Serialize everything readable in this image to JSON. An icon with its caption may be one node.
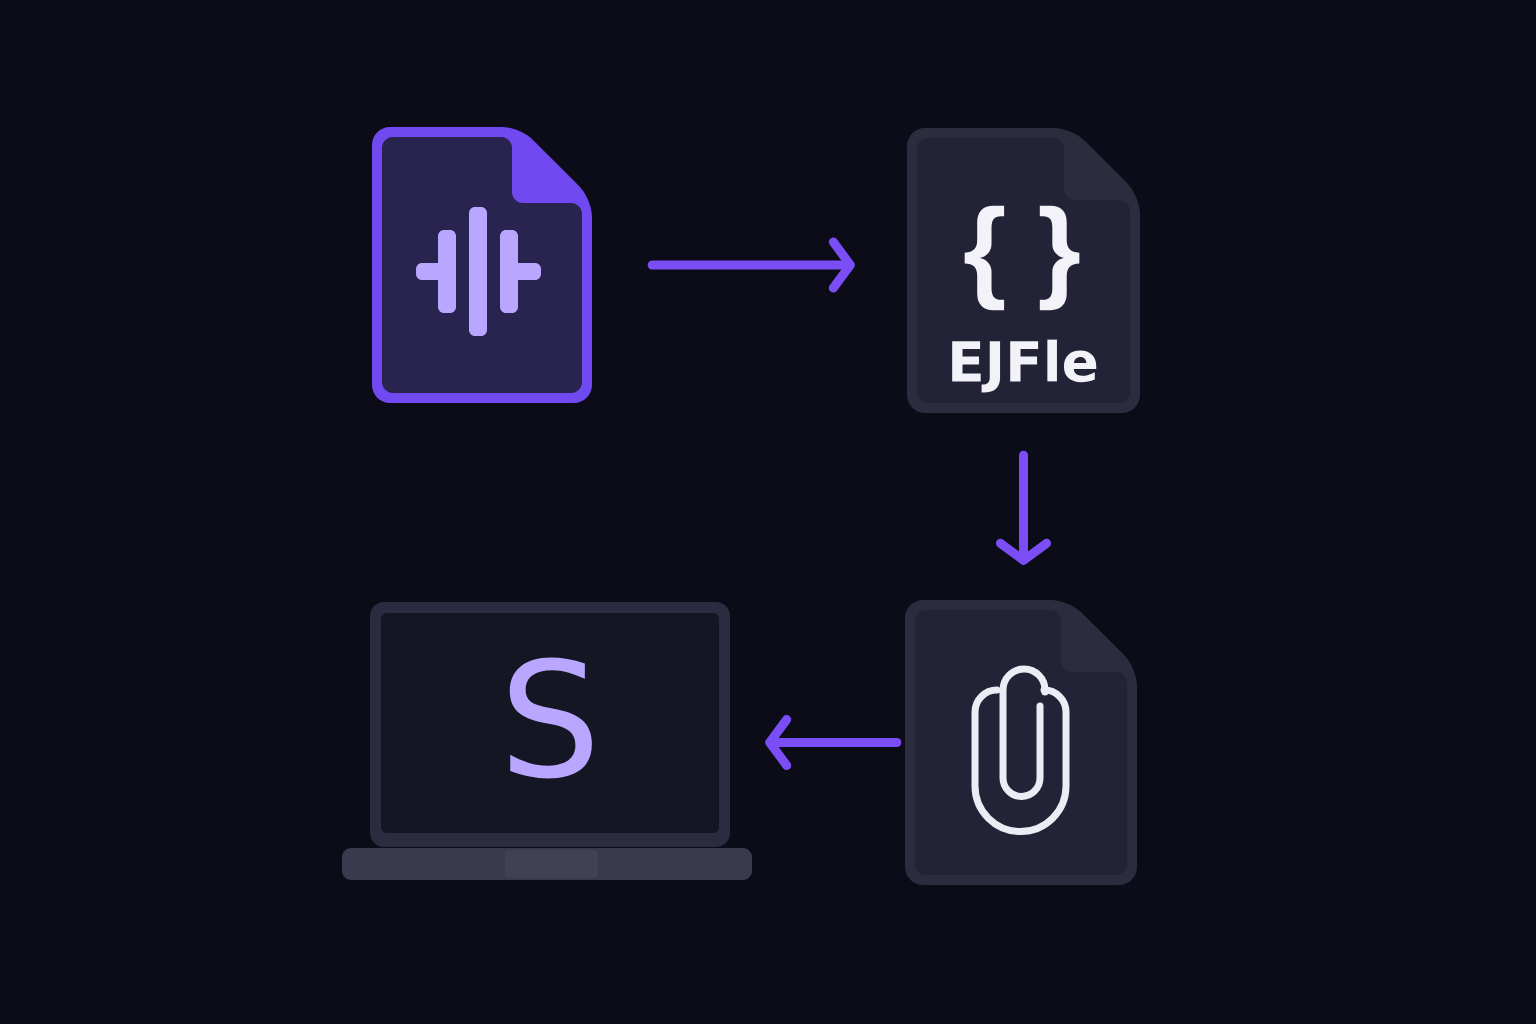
{
  "diagram": {
    "nodes": [
      {
        "text": [],
        "shape": "picture"
      },
      {
        "text": [
          "{ }",
          "EJFle"
        ]
      },
      {
        "text": [],
        "shape": "picture"
      },
      {
        "text": [
          "S"
        ]
      }
    ],
    "edges": [
      {
        "from": 0,
        "to": 1,
        "arrow": "to"
      },
      {
        "from": 1,
        "to": 2,
        "arrow": "to"
      },
      {
        "from": 2,
        "to": 3,
        "arrow": "to"
      }
    ]
  }
}
